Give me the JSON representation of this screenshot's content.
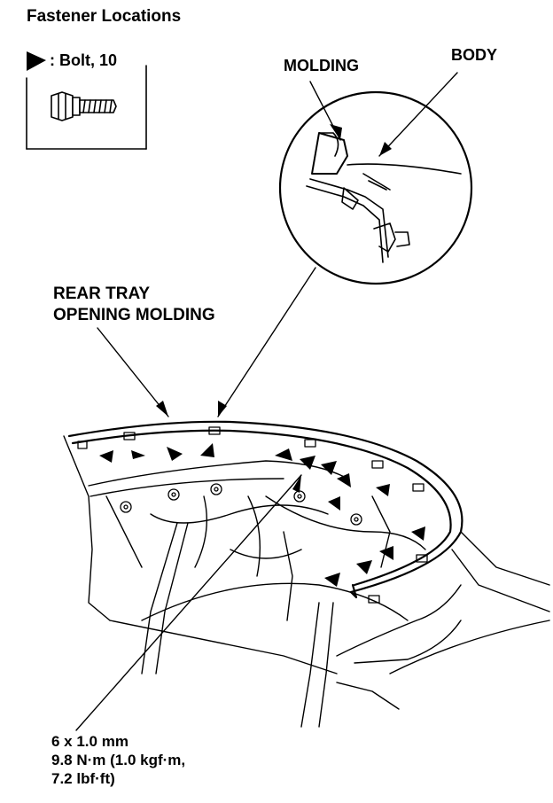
{
  "title": "Fastener Locations",
  "legend": {
    "symbol": "triangle-arrow-icon",
    "label": ": Bolt, 10"
  },
  "callouts": {
    "molding": "MOLDING",
    "body": "BODY",
    "rear_tray_line1": "REAR TRAY",
    "rear_tray_line2": "OPENING MOLDING"
  },
  "torque_spec": {
    "size": "6 x 1.0 mm",
    "torque_line1": "9.8 N·m (1.0 kgf·m,",
    "torque_line2": "7.2 lbf·ft)"
  }
}
